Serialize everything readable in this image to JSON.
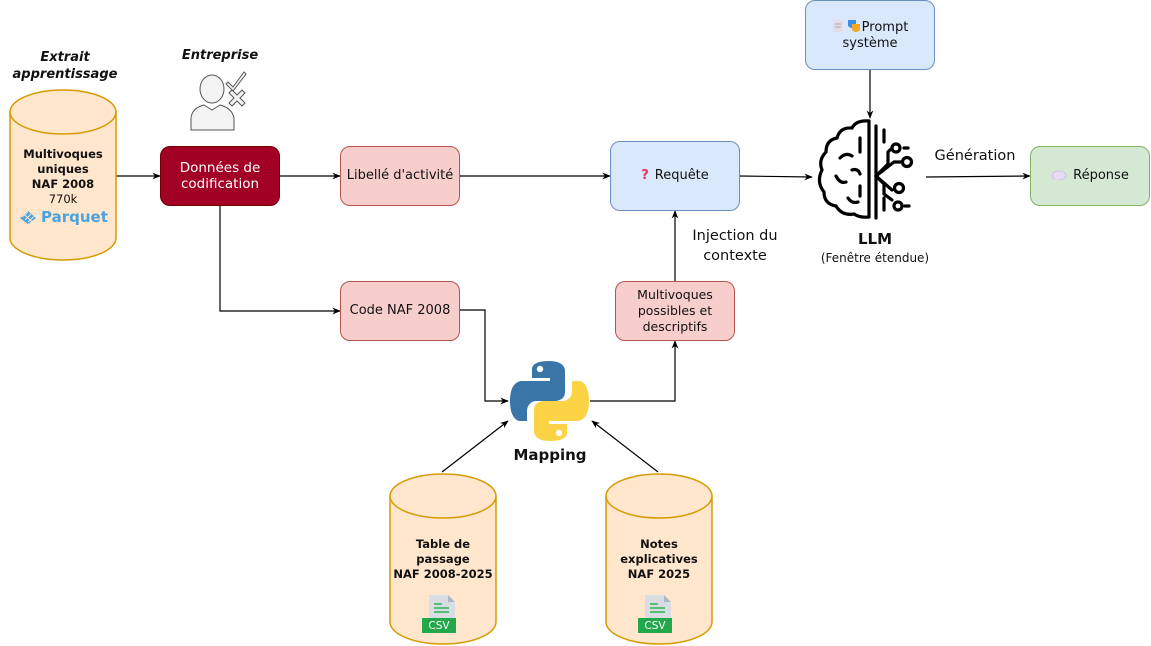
{
  "nodes": {
    "source_db": {
      "caption": "Extrait apprentissage",
      "lines": [
        "Multivoques",
        "uniques",
        "NAF 2008"
      ],
      "count": "770k",
      "format_label": "Parquet",
      "format_icon": "parquet-icon"
    },
    "entreprise": {
      "caption": "Entreprise",
      "icon": "person-check-cross-icon"
    },
    "donnees_codification": {
      "label": "Données de codification"
    },
    "libelle_activite": {
      "label": "Libellé d'activité"
    },
    "code_naf": {
      "label": "Code NAF 2008"
    },
    "requete": {
      "icon": "question-mark-icon",
      "icon_glyph": "?",
      "label": "Requête"
    },
    "prompt_systeme": {
      "icons": [
        "document-icon",
        "masks-icon"
      ],
      "label": "Prompt système"
    },
    "llm": {
      "icon": "ai-brain-icon",
      "title": "LLM",
      "subtitle": "(Fenêtre étendue)"
    },
    "reponse": {
      "icon": "speech-bubble-icon",
      "label": "Réponse"
    },
    "multivoques": {
      "label": "Multivoques possibles et descriptifs"
    },
    "mapping": {
      "icon": "python-logo-icon",
      "label": "Mapping"
    },
    "table_passage": {
      "lines": [
        "Table de",
        "passage",
        "NAF 2008-2025"
      ],
      "format_label": "CSV",
      "format_icon": "csv-file-icon"
    },
    "notes_explicatives": {
      "lines": [
        "Notes",
        "explicatives",
        "NAF 2025"
      ],
      "format_label": "CSV",
      "format_icon": "csv-file-icon"
    }
  },
  "edge_labels": {
    "generation": "Génération",
    "injection": [
      "Injection du",
      "contexte"
    ]
  },
  "colors": {
    "cylinder_fill": "#ffe6cc",
    "cylinder_stroke": "#d79b00",
    "dark_red": "#a20025",
    "pink_fill": "#f8cecc",
    "pink_stroke": "#b85450",
    "blue_fill": "#dae8fc",
    "blue_stroke": "#6c8ebf",
    "green_fill": "#d5e8d4",
    "green_stroke": "#82b366"
  }
}
